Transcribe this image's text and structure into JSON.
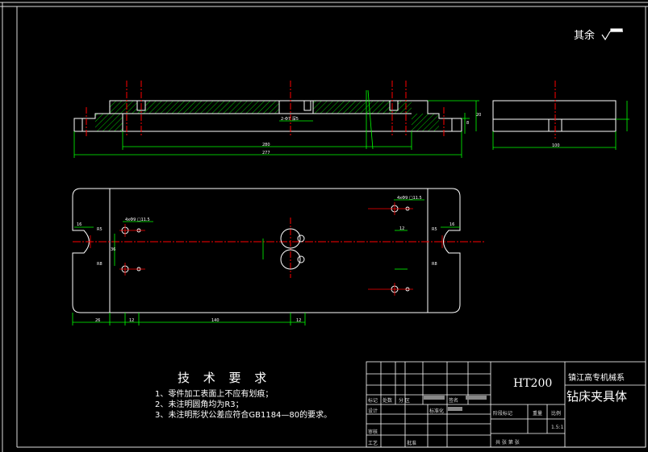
{
  "roughness_note": "其余",
  "technical_requirements": {
    "title": "技 术 要 求",
    "items": [
      "1、零件加工表面上不应有划痕；",
      "2、未注明圆角均为R3；",
      "3、未注明形状公差应符合GB1184—80的要求。"
    ]
  },
  "title_block": {
    "material": "HT200",
    "school": "镇江高专机械系",
    "drawing_name": "钻床夹具体",
    "scale": "1.5:1",
    "labels": {
      "mark": "标记",
      "count": "处数",
      "zone": "分 区",
      "sign": "签名",
      "design": "设计",
      "standardize": "标准化",
      "stage_mark": "阶段标记",
      "weight": "重量",
      "ratio": "比例",
      "review": "审核",
      "process": "工艺",
      "approve": "批准",
      "sheets": "共  张  第  张"
    }
  },
  "dimensions": {
    "front_inner_length": "280",
    "front_total_length": "277",
    "front_height_a": "8",
    "front_height_b": "20",
    "front_bore": "2-Φ7 深5",
    "side_width": "100",
    "plan_hole_note_left": "4xΦ9 □11.5",
    "plan_hole_note_right": "4xΦ9 □11.5",
    "plan_slot_left": "R5",
    "plan_slot_right": "R5",
    "plan_dim_a": "26",
    "plan_dim_b": "12",
    "plan_dim_c": "140",
    "plan_dim_d": "12",
    "plan_dim_e": "16",
    "plan_dim_f": "12",
    "plan_dim_g": "16",
    "plan_dim_h": "36",
    "plan_r_left": "R8",
    "plan_r_right": "R8"
  },
  "colors": {
    "outline": "#ffffff",
    "dimension": "#00ff00",
    "centerline": "#ff0000",
    "hatch": "#00ff00"
  }
}
